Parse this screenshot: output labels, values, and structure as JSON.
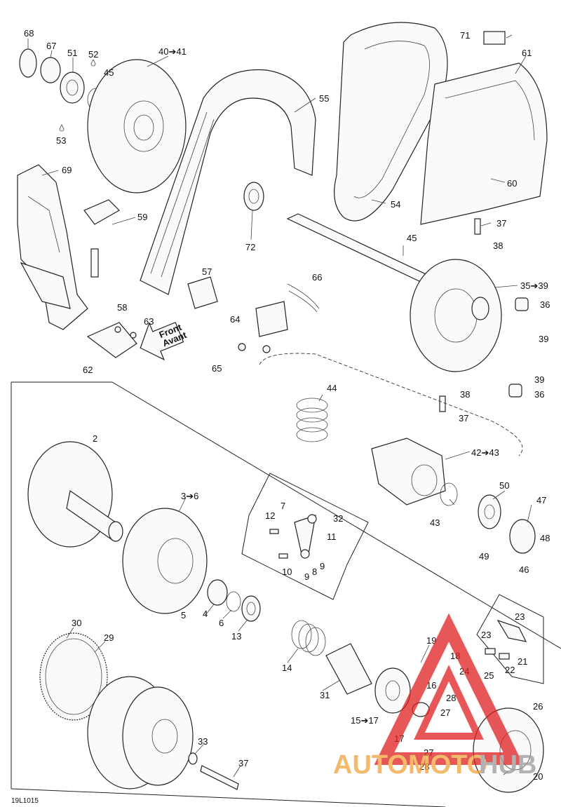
{
  "diagram_code": "19L1015",
  "front_tag": {
    "line1": "Front",
    "line2": "Avant"
  },
  "watermark": {
    "word1": "AUTOMOTO",
    "word2": "HUB"
  },
  "colors": {
    "ink": "#222222",
    "watermark_red": "#e02020",
    "watermark_orange": "#f2a23a",
    "watermark_grey": "#9a9a9a"
  },
  "labels": {
    "l68": "68",
    "l67": "67",
    "l51": "51",
    "l52": "52",
    "l45a": "45",
    "l53": "53",
    "l4041": "40➔41",
    "l55": "55",
    "l69": "69",
    "l59": "59",
    "l57": "57",
    "l58": "58",
    "l63": "63",
    "l62": "62",
    "l72": "72",
    "l66": "66",
    "l64": "64",
    "l65": "65",
    "l54": "54",
    "l71": "71",
    "l61": "61",
    "l60": "60",
    "l37a": "37",
    "l38a": "38",
    "l45b": "45",
    "l3539": "35➔39",
    "l36a": "36",
    "l39a": "39",
    "l39b": "39",
    "l36b": "36",
    "l38b": "38",
    "l37b": "37",
    "l44": "44",
    "l4243": "42➔43",
    "l50": "50",
    "l47": "47",
    "l48": "48",
    "l43": "43",
    "l49": "49",
    "l46": "46",
    "l2": "2",
    "l36": "3➔6",
    "l7": "7",
    "l12": "12",
    "l32": "32",
    "l11": "11",
    "l10": "10",
    "l9a": "9",
    "l8": "8",
    "l9b": "9",
    "l5": "5",
    "l4": "4",
    "l6": "6",
    "l13": "13",
    "l14": "14",
    "l31": "31",
    "l30": "30",
    "l29": "29",
    "l19": "19",
    "l18": "18",
    "l16": "16",
    "l1517": "15➔17",
    "l17": "17",
    "l24": "24",
    "l25": "25",
    "l28a": "28",
    "l27a": "27",
    "l27b": "27",
    "l28b": "28",
    "l23a": "23",
    "l23b": "23",
    "l21": "21",
    "l22": "22",
    "l26": "26",
    "l20": "20",
    "l33": "33",
    "l37c": "37"
  }
}
